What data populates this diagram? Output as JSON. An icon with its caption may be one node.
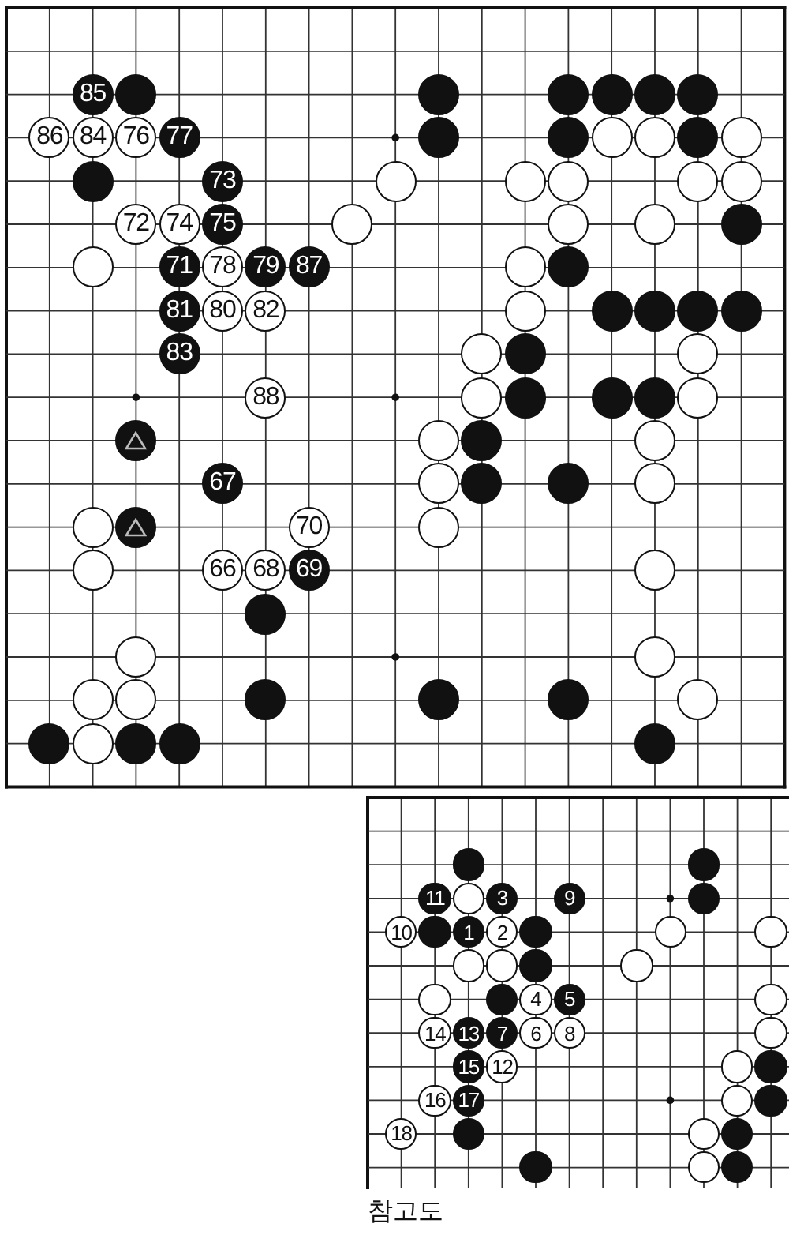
{
  "diagram": {
    "nodes": [
      {
        "text": [],
        "shape": "box"
      },
      {
        "text": [
          "85"
        ],
        "in": 0
      },
      {
        "text": [],
        "shape": "circle",
        "in": 0
      },
      {
        "text": [],
        "shape": "circle",
        "in": 0
      },
      {
        "text": [],
        "shape": "circle",
        "in": 0
      },
      {
        "text": [],
        "shape": "circle",
        "in": 0
      },
      {
        "text": [],
        "shape": "circle",
        "in": 0
      },
      {
        "text": [],
        "shape": "circle",
        "in": 0
      },
      {
        "text": [
          "86"
        ],
        "in": 0
      },
      {
        "text": [
          "84"
        ],
        "in": 0
      },
      {
        "text": [
          "76"
        ],
        "in": 0
      },
      {
        "text": [
          "77"
        ],
        "in": 0
      },
      {
        "text": [],
        "shape": "circle",
        "in": 0
      },
      {
        "text": [],
        "shape": "circle",
        "in": 0
      },
      {
        "text": [],
        "shape": "circle",
        "in": 0
      },
      {
        "text": [],
        "shape": "circle",
        "in": 0
      },
      {
        "text": [],
        "shape": "circle",
        "in": 0
      },
      {
        "text": [],
        "shape": "circle",
        "in": 0
      },
      {
        "text": [],
        "shape": "circle",
        "in": 0
      },
      {
        "text": [
          "73"
        ],
        "in": 0
      },
      {
        "text": [],
        "shape": "circle",
        "in": 0
      },
      {
        "text": [],
        "shape": "circle",
        "in": 0
      },
      {
        "text": [],
        "shape": "circle",
        "in": 0
      },
      {
        "text": [],
        "shape": "circle",
        "in": 0
      },
      {
        "text": [],
        "shape": "circle",
        "in": 0
      },
      {
        "text": [
          "72"
        ],
        "in": 0
      },
      {
        "text": [
          "74"
        ],
        "in": 0
      },
      {
        "text": [
          "75"
        ],
        "in": 0
      },
      {
        "text": [],
        "shape": "circle",
        "in": 0
      },
      {
        "text": [],
        "shape": "circle",
        "in": 0
      },
      {
        "text": [],
        "shape": "circle",
        "in": 0
      },
      {
        "text": [],
        "shape": "circle",
        "in": 0
      },
      {
        "text": [],
        "shape": "circle",
        "in": 0
      },
      {
        "text": [
          "71"
        ],
        "in": 0
      },
      {
        "text": [
          "78"
        ],
        "in": 0
      },
      {
        "text": [
          "79"
        ],
        "in": 0
      },
      {
        "text": [
          "87"
        ],
        "in": 0
      },
      {
        "text": [],
        "shape": "circle",
        "in": 0
      },
      {
        "text": [],
        "shape": "circle",
        "in": 0
      },
      {
        "text": [
          "81"
        ],
        "in": 0
      },
      {
        "text": [
          "80"
        ],
        "in": 0
      },
      {
        "text": [
          "82"
        ],
        "in": 0
      },
      {
        "text": [],
        "shape": "circle",
        "in": 0
      },
      {
        "text": [],
        "shape": "circle",
        "in": 0
      },
      {
        "text": [],
        "shape": "circle",
        "in": 0
      },
      {
        "text": [],
        "shape": "circle",
        "in": 0
      },
      {
        "text": [],
        "shape": "circle",
        "in": 0
      },
      {
        "text": [
          "83"
        ],
        "in": 0
      },
      {
        "text": [],
        "shape": "circle",
        "in": 0
      },
      {
        "text": [],
        "shape": "circle",
        "in": 0
      },
      {
        "text": [],
        "shape": "circle",
        "in": 0
      },
      {
        "text": [
          "88"
        ],
        "in": 0
      },
      {
        "text": [],
        "shape": "circle",
        "in": 0
      },
      {
        "text": [],
        "shape": "circle",
        "in": 0
      },
      {
        "text": [],
        "shape": "circle",
        "in": 0
      },
      {
        "text": [],
        "shape": "circle",
        "in": 0
      },
      {
        "text": [],
        "shape": "circle",
        "in": 0
      },
      {
        "text": [],
        "shape": "circle",
        "in": 0
      },
      {
        "text": [],
        "shape": "circle",
        "in": 0
      },
      {
        "text": [],
        "shape": "circle",
        "in": 0
      },
      {
        "text": [],
        "shape": "circle",
        "in": 0
      },
      {
        "text": [
          "67"
        ],
        "in": 0
      },
      {
        "text": [],
        "shape": "circle",
        "in": 0
      },
      {
        "text": [],
        "shape": "circle",
        "in": 0
      },
      {
        "text": [],
        "shape": "circle",
        "in": 0
      },
      {
        "text": [],
        "shape": "circle",
        "in": 0
      },
      {
        "text": [],
        "shape": "circle",
        "in": 0
      },
      {
        "text": [],
        "shape": "circle",
        "in": 0
      },
      {
        "text": [
          "70"
        ],
        "in": 0
      },
      {
        "text": [],
        "shape": "circle",
        "in": 0
      },
      {
        "text": [],
        "shape": "circle",
        "in": 0
      },
      {
        "text": [
          "66"
        ],
        "in": 0
      },
      {
        "text": [
          "68"
        ],
        "in": 0
      },
      {
        "text": [
          "69"
        ],
        "in": 0
      },
      {
        "text": [],
        "shape": "circle",
        "in": 0
      },
      {
        "text": [],
        "shape": "circle",
        "in": 0
      },
      {
        "text": [],
        "shape": "circle",
        "in": 0
      },
      {
        "text": [],
        "shape": "circle",
        "in": 0
      },
      {
        "text": [],
        "shape": "circle",
        "in": 0
      },
      {
        "text": [],
        "shape": "circle",
        "in": 0
      },
      {
        "text": [],
        "shape": "circle",
        "in": 0
      },
      {
        "text": [],
        "shape": "circle",
        "in": 0
      },
      {
        "text": [],
        "shape": "circle",
        "in": 0
      },
      {
        "text": [],
        "shape": "circle",
        "in": 0
      },
      {
        "text": [],
        "shape": "circle",
        "in": 0
      },
      {
        "text": [],
        "shape": "circle",
        "in": 0
      },
      {
        "text": [],
        "shape": "circle",
        "in": 0
      },
      {
        "text": [],
        "shape": "circle",
        "in": 0
      },
      {
        "text": [],
        "shape": "circle",
        "in": 0
      },
      {
        "text": [],
        "shape": "box",
        "beside": [
          "참고도"
        ]
      },
      {
        "text": [],
        "shape": "circle",
        "in": 89
      },
      {
        "text": [],
        "shape": "circle",
        "in": 89
      },
      {
        "text": [
          "11"
        ],
        "in": 89
      },
      {
        "text": [],
        "shape": "circle",
        "in": 89
      },
      {
        "text": [
          "3"
        ],
        "in": 89
      },
      {
        "text": [
          "9"
        ],
        "in": 89
      },
      {
        "text": [],
        "shape": "circle",
        "in": 89
      },
      {
        "text": [
          "10"
        ],
        "in": 89
      },
      {
        "text": [],
        "shape": "circle",
        "in": 89
      },
      {
        "text": [
          "1"
        ],
        "in": 89
      },
      {
        "text": [
          "2"
        ],
        "in": 89
      },
      {
        "text": [],
        "shape": "circle",
        "in": 89
      },
      {
        "text": [],
        "shape": "circle",
        "in": 89
      },
      {
        "text": [],
        "shape": "circle",
        "in": 89
      },
      {
        "text": [],
        "shape": "circle",
        "in": 89
      },
      {
        "text": [],
        "shape": "circle",
        "in": 89
      },
      {
        "text": [],
        "shape": "circle",
        "in": 89
      },
      {
        "text": [],
        "shape": "circle",
        "in": 89
      },
      {
        "text": [],
        "shape": "circle",
        "in": 89
      },
      {
        "text": [],
        "shape": "circle",
        "in": 89
      },
      {
        "text": [
          "4"
        ],
        "in": 89
      },
      {
        "text": [
          "5"
        ],
        "in": 89
      },
      {
        "text": [],
        "shape": "circle",
        "in": 89
      },
      {
        "text": [
          "14"
        ],
        "in": 89
      },
      {
        "text": [
          "13"
        ],
        "in": 89
      },
      {
        "text": [
          "7"
        ],
        "in": 89
      },
      {
        "text": [
          "6"
        ],
        "in": 89
      },
      {
        "text": [
          "8"
        ],
        "in": 89
      },
      {
        "text": [],
        "shape": "circle",
        "in": 89
      },
      {
        "text": [
          "15"
        ],
        "in": 89
      },
      {
        "text": [
          "12"
        ],
        "in": 89
      },
      {
        "text": [],
        "shape": "circle",
        "in": 89
      },
      {
        "text": [],
        "shape": "circle",
        "in": 89
      },
      {
        "text": [
          "16"
        ],
        "in": 89
      },
      {
        "text": [
          "17"
        ],
        "in": 89
      },
      {
        "text": [],
        "shape": "circle",
        "in": 89
      },
      {
        "text": [],
        "shape": "circle",
        "in": 89
      },
      {
        "text": [
          "18"
        ],
        "in": 89
      },
      {
        "text": [],
        "shape": "circle",
        "in": 89
      },
      {
        "text": [],
        "shape": "circle",
        "in": 89
      },
      {
        "text": [],
        "shape": "circle",
        "in": 89
      },
      {
        "text": [],
        "shape": "circle",
        "in": 89
      },
      {
        "text": [],
        "shape": "circle",
        "in": 89
      },
      {
        "text": [],
        "shape": "circle",
        "in": 89
      }
    ]
  }
}
